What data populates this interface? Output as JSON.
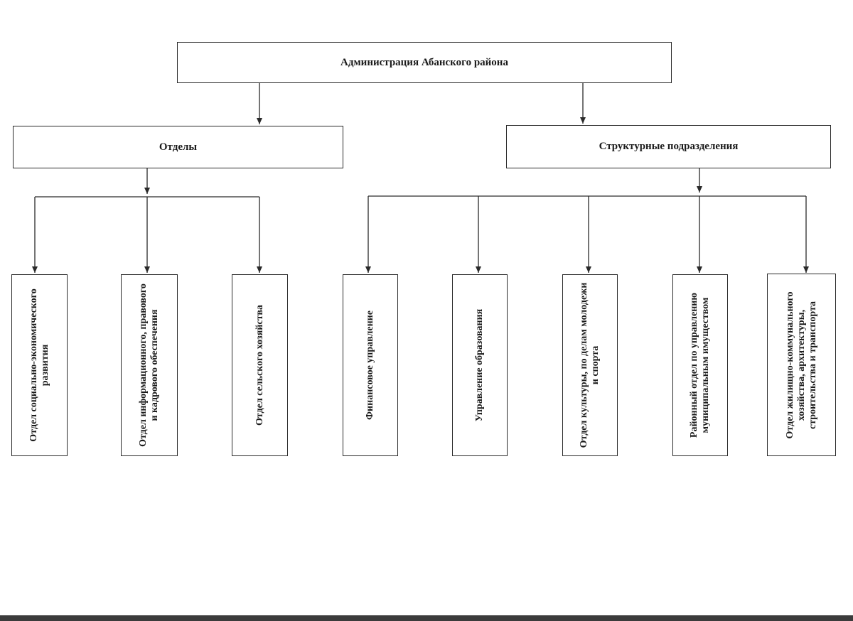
{
  "root": {
    "label": "Администрация Абанского района"
  },
  "branches": {
    "left": {
      "label": "Отделы"
    },
    "right": {
      "label": "Структурные подразделения"
    }
  },
  "units": [
    {
      "label": "Отдел социально-экономического развития"
    },
    {
      "label": "Отдел информационного, правового и кадрового обеспечения"
    },
    {
      "label": "Отдел сельского хозяйства"
    },
    {
      "label": "Финансовое управление"
    },
    {
      "label": "Управление образования"
    },
    {
      "label": "Отдел культуры, по делам молодежи и спорта"
    },
    {
      "label": "Районный отдел по управлению муниципальным имуществом"
    },
    {
      "label": "Отдел жилищно-коммунального хозяйства, архитектуры, строительства и транспорта"
    }
  ]
}
